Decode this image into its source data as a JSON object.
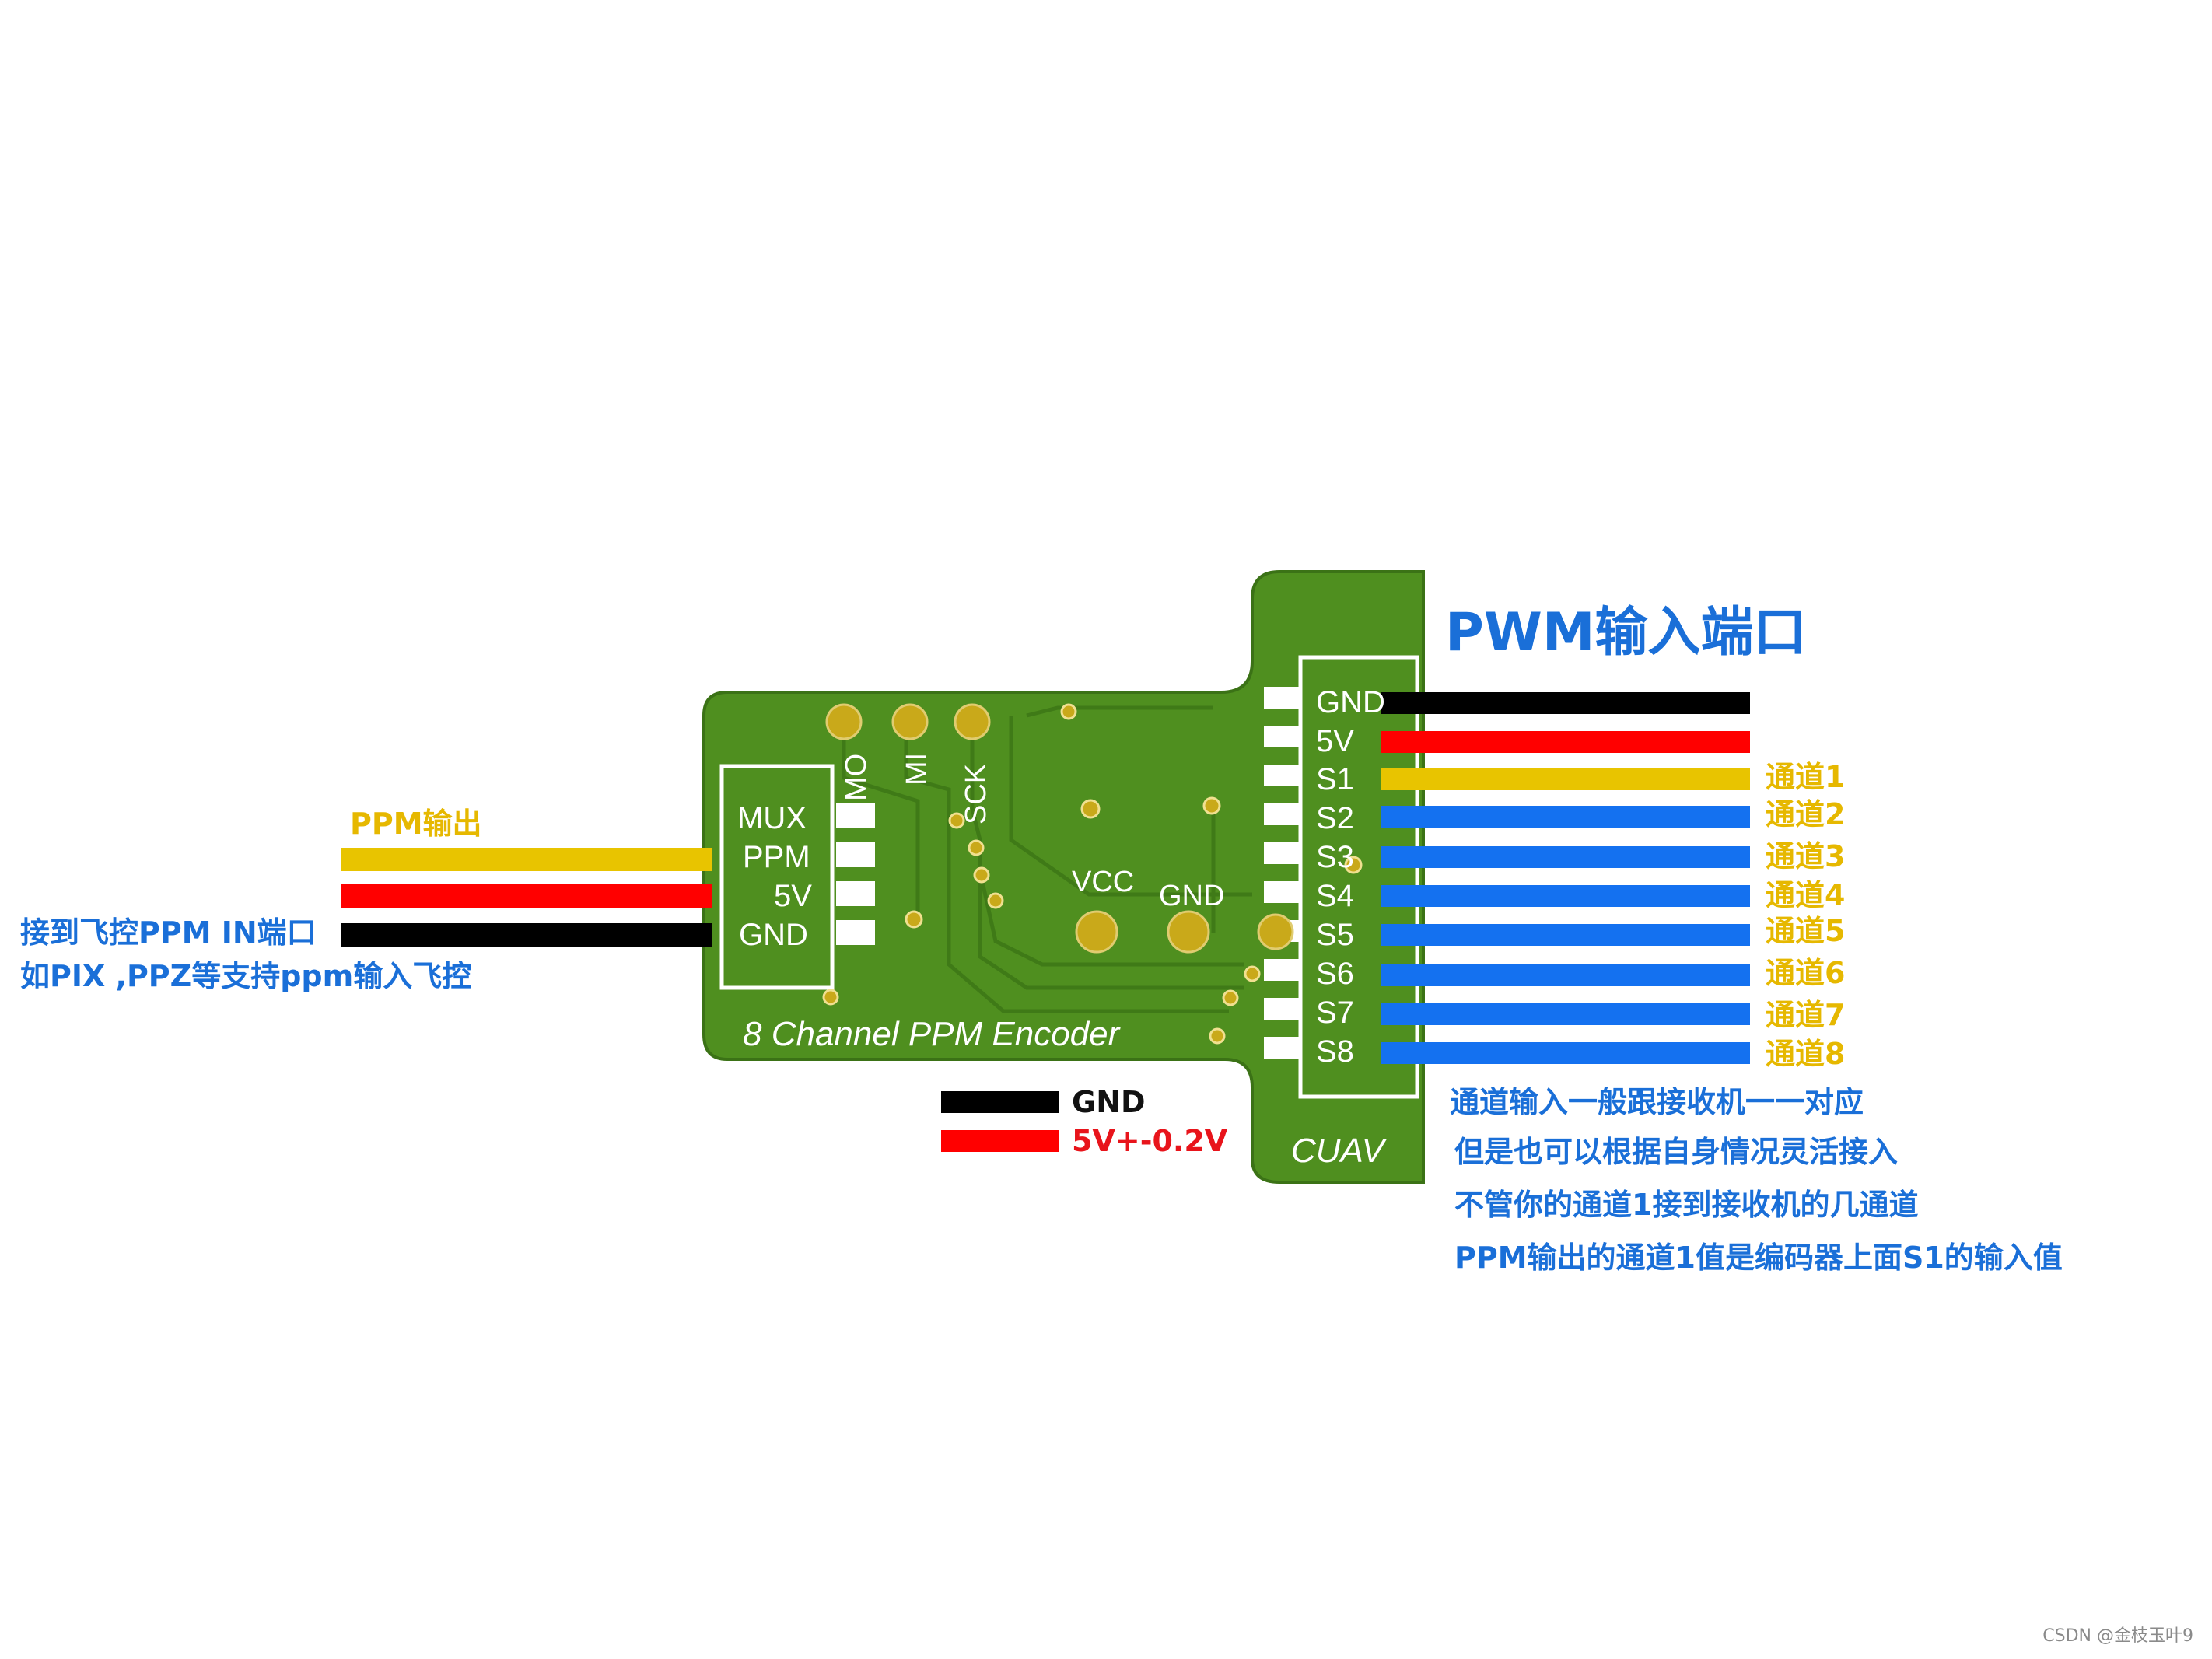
{
  "title": "PWM输入端口",
  "left": {
    "ppm_out": "PPM输出",
    "connect_note_1": "接到飞控PPM IN端口",
    "connect_note_2": "如PIX ,PPZ等支持ppm输入飞控"
  },
  "board": {
    "name": "8 Channel PPM Encoder",
    "brand": "CUAV",
    "left_pins": [
      "MUX",
      "PPM",
      "5V",
      "GND"
    ],
    "right_pins": [
      "GND",
      "5V",
      "S1",
      "S2",
      "S3",
      "S4",
      "S5",
      "S6",
      "S7",
      "S8"
    ],
    "isp_labels": [
      "MO",
      "MI",
      "SCK"
    ],
    "pad_labels": [
      "VCC",
      "GND"
    ]
  },
  "channels": [
    "通道1",
    "通道2",
    "通道3",
    "通道4",
    "通道5",
    "通道6",
    "通道7",
    "通道8"
  ],
  "legend": {
    "gnd": "GND",
    "power": "5V+-0.2V"
  },
  "notes": [
    "通道输入一般跟接收机一一对应",
    "但是也可以根据自身情况灵活接入",
    "不管你的通道1接到接收机的几通道",
    "PPM输出的通道1值是编码器上面S1的输入值"
  ],
  "watermark": "CSDN @金枝玉叶9",
  "colors": {
    "pcb": "#4f8f1f",
    "pcb_dark": "#3b7216",
    "wire_black": "#000000",
    "wire_red": "#ff0000",
    "wire_yellow": "#e8c400",
    "wire_blue": "#1471f0",
    "text_blue": "#1a6fd8",
    "text_yellow": "#e6b800"
  }
}
